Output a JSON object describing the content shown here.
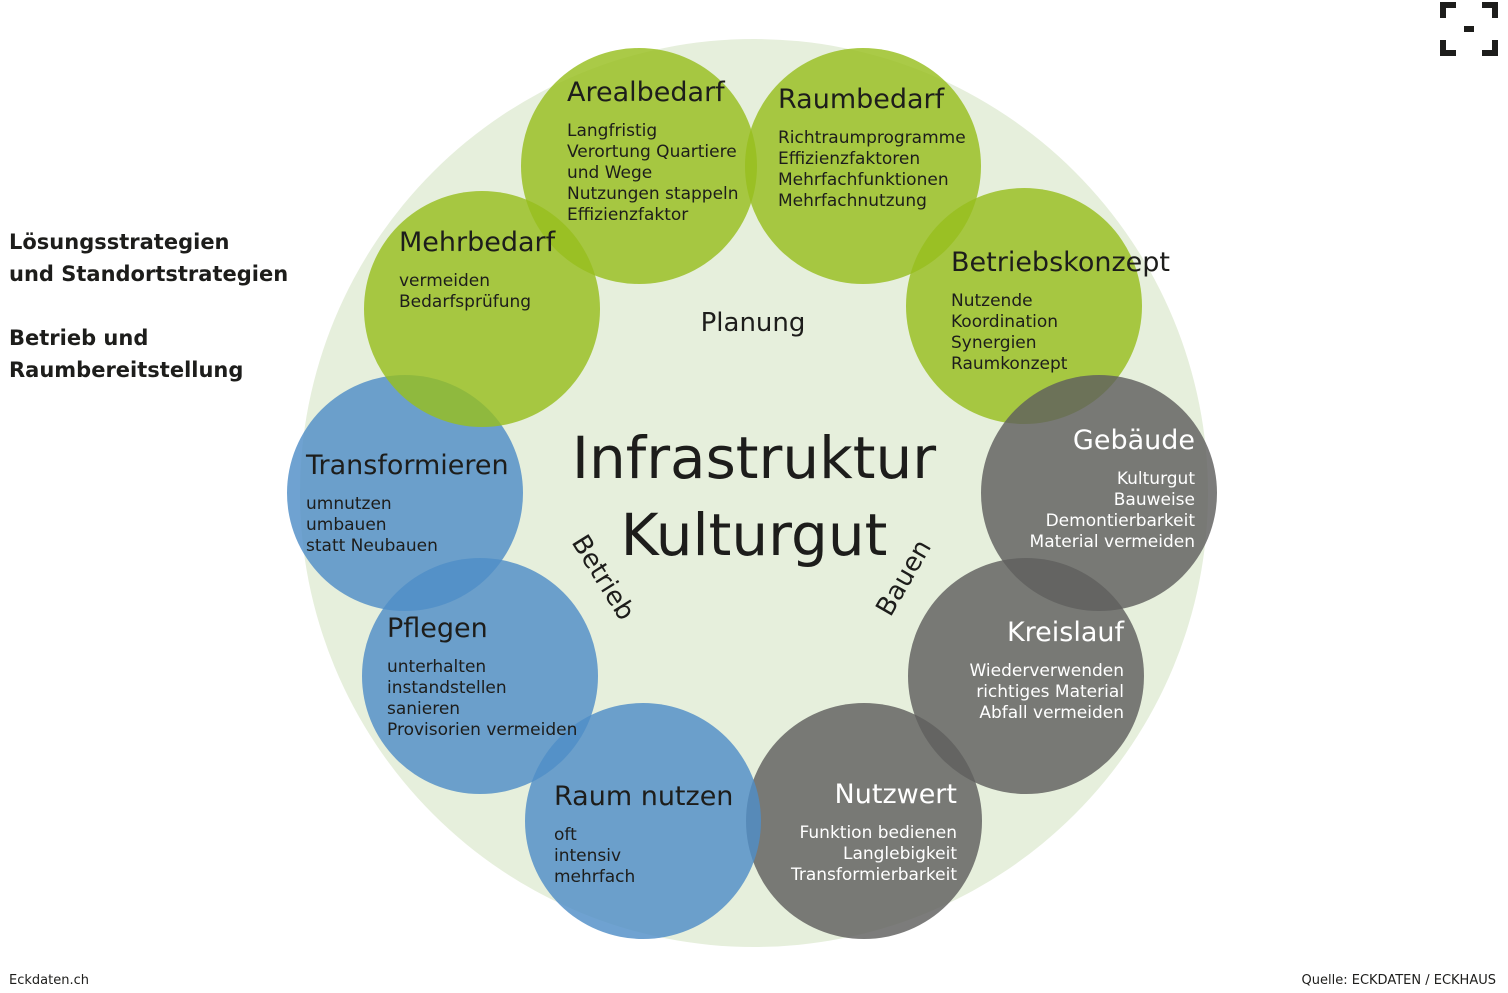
{
  "left_panel": {
    "line1": "Lösungsstrategien\nund Standortstrategien",
    "line2": "Betrieb und\nRaumbereitstellung"
  },
  "center": {
    "line1": "Infrastruktur",
    "line2": "Kulturgut"
  },
  "phases": {
    "planung": "Planung",
    "betrieb": "Betrieb",
    "bauen": "Bauen"
  },
  "colors": {
    "background_circle": "#e6efdc",
    "green": "#97be1f",
    "blue": "#4f8ec7",
    "grey": "#5f5f5e",
    "text_dark": "#1d1d1b",
    "text_light": "#ffffff"
  },
  "circles": [
    {
      "id": "arealbedarf",
      "color": "green",
      "title": "Arealbedarf",
      "items": [
        "Langfristig",
        "Verortung Quartiere",
        "und Wege",
        "Nutzungen stappeln",
        "Effizienzfaktor"
      ]
    },
    {
      "id": "raumbedarf",
      "color": "green",
      "title": "Raumbedarf",
      "items": [
        "Richtraumprogramme",
        "Effizienzfaktoren",
        "Mehrfachfunktionen",
        "Mehrfachnutzung"
      ]
    },
    {
      "id": "betriebskonzept",
      "color": "green",
      "title": "Betriebskonzept",
      "items": [
        "Nutzende",
        "Koordination",
        "Synergien",
        "Raumkonzept"
      ]
    },
    {
      "id": "gebaeude",
      "color": "grey",
      "title": "Gebäude",
      "items": [
        "Kulturgut",
        "Bauweise",
        "Demontierbarkeit",
        "Material vermeiden"
      ]
    },
    {
      "id": "kreislauf",
      "color": "grey",
      "title": "Kreislauf",
      "items": [
        "Wiederverwenden",
        "richtiges Material",
        "Abfall vermeiden"
      ]
    },
    {
      "id": "nutzwert",
      "color": "grey",
      "title": "Nutzwert",
      "items": [
        "Funktion bedienen",
        "Langlebigkeit",
        "Transformierbarkeit"
      ]
    },
    {
      "id": "raum-nutzen",
      "color": "blue",
      "title": "Raum nutzen",
      "items": [
        "oft",
        "intensiv",
        "mehrfach"
      ]
    },
    {
      "id": "pflegen",
      "color": "blue",
      "title": "Pflegen",
      "items": [
        "unterhalten",
        "instandstellen",
        "sanieren",
        "Provisorien vermeiden"
      ]
    },
    {
      "id": "transformieren",
      "color": "blue",
      "title": "Transformieren",
      "items": [
        "umnutzen",
        "umbauen",
        "statt Neubauen"
      ]
    },
    {
      "id": "mehrbedarf",
      "color": "green",
      "title": "Mehrbedarf",
      "items": [
        "vermeiden",
        "Bedarfsprüfung"
      ]
    }
  ],
  "footer": {
    "left": "Eckdaten.ch",
    "right": "Quelle: ECKDATEN / ECKHAUS"
  },
  "logo": {
    "icon": "bracket-logo-icon"
  }
}
